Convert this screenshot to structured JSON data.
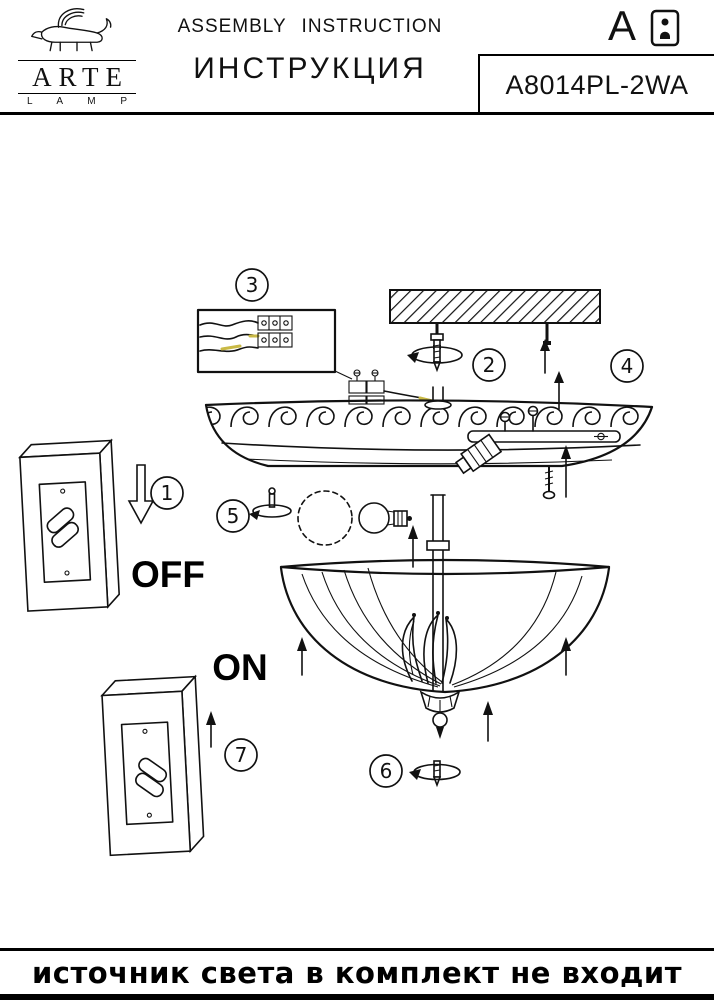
{
  "colors": {
    "ink": "#111111",
    "paper": "#ffffff",
    "wire_yellow": "#c9b945"
  },
  "header": {
    "logo": {
      "brand": "ARTE",
      "sub": "L A M P",
      "icon": "winged-lion"
    },
    "title_en": "ASSEMBLY INSTRUCTION",
    "title_ru": "ИНСТРУКЦИЯ",
    "series_letter": "A",
    "manual_icon": "info-booklet",
    "model": "A8014PL-2WA"
  },
  "diagram": {
    "steps": [
      "1",
      "2",
      "3",
      "4",
      "5",
      "6",
      "7"
    ],
    "switch_off_label": "OFF",
    "switch_on_label": "ON"
  },
  "footer": {
    "note": "источник света в комплект не входит"
  }
}
